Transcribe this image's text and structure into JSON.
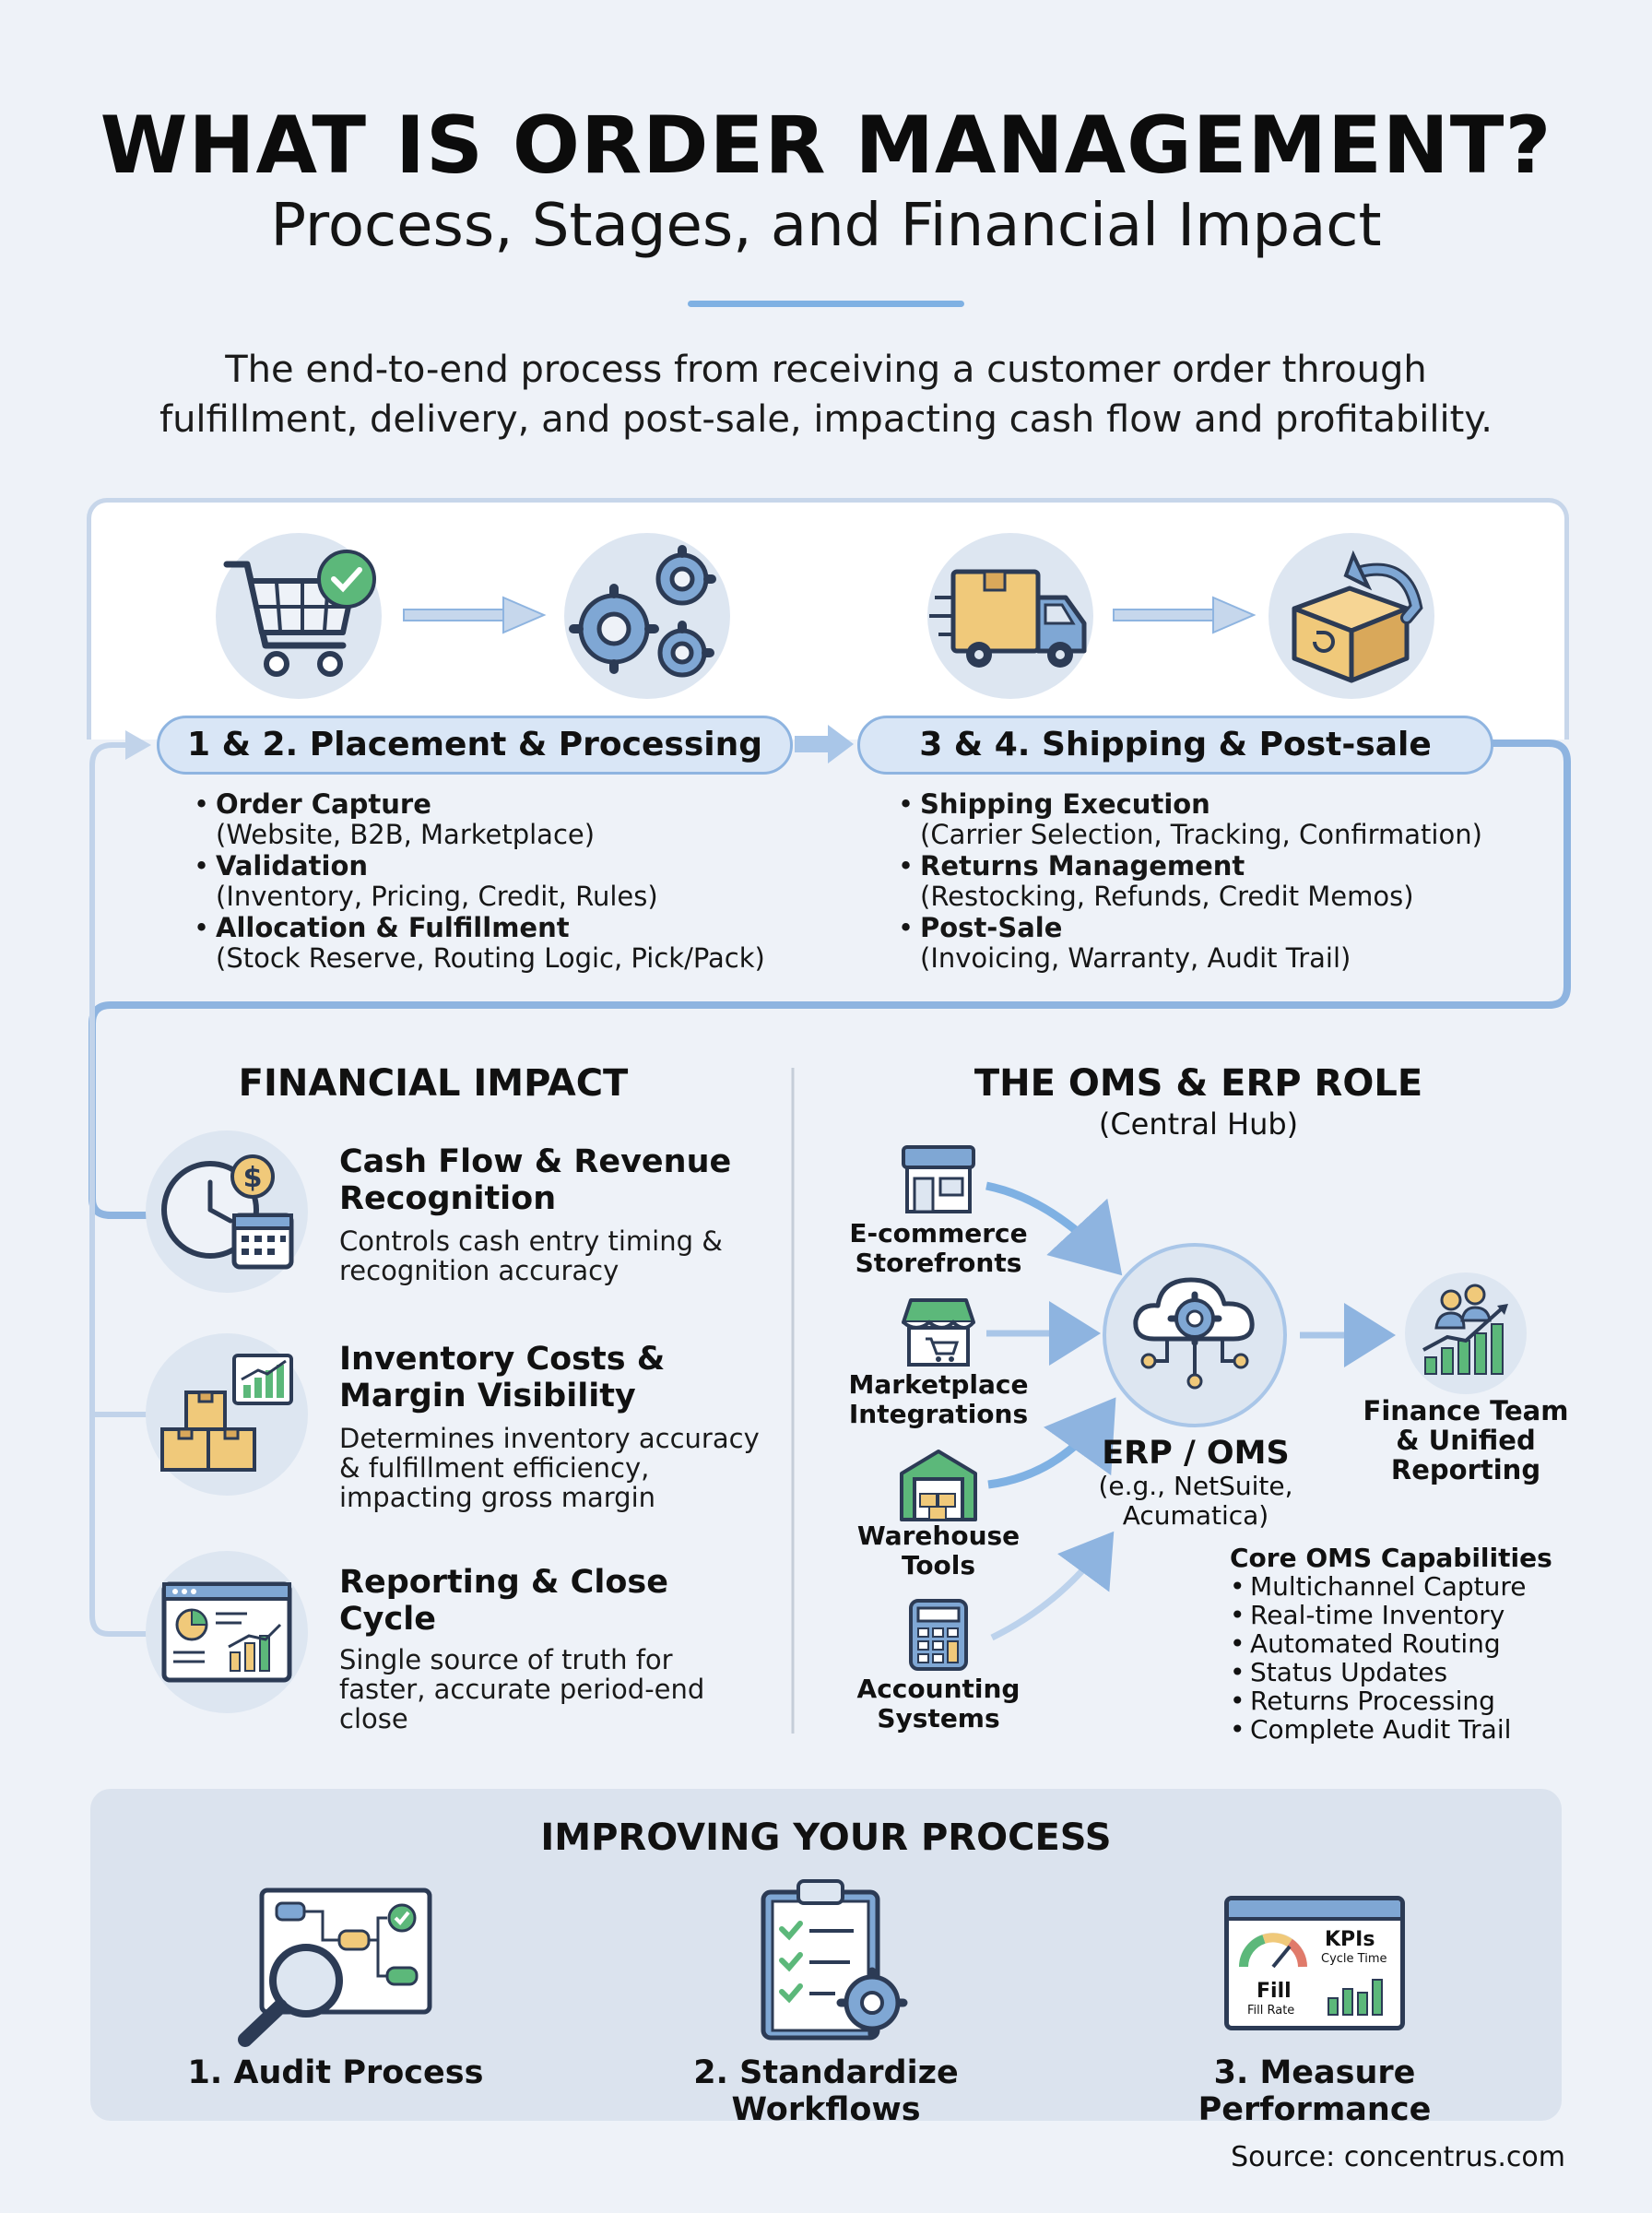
{
  "header": {
    "title": "WHAT IS ORDER MANAGEMENT?",
    "subtitle": "Process, Stages, and Financial Impact",
    "intro_line1": "The end-to-end process from receiving a customer order through",
    "intro_line2": "fulfillment, delivery, and post-sale, impacting cash flow and profitability."
  },
  "stages": [
    {
      "label": "1 & 2. Placement & Processing",
      "items": [
        {
          "title": "Order Capture",
          "detail": "(Website, B2B, Marketplace)"
        },
        {
          "title": "Validation",
          "detail": "(Inventory, Pricing, Credit, Rules)"
        },
        {
          "title": "Allocation & Fulfillment",
          "detail": "(Stock Reserve, Routing Logic, Pick/Pack)"
        }
      ]
    },
    {
      "label": "3 & 4. Shipping & Post-sale",
      "items": [
        {
          "title": "Shipping Execution",
          "detail": "(Carrier Selection, Tracking, Confirmation)"
        },
        {
          "title": "Returns Management",
          "detail": "(Restocking, Refunds, Credit Memos)"
        },
        {
          "title": "Post-Sale",
          "detail": "(Invoicing, Warranty, Audit Trail)"
        }
      ]
    }
  ],
  "financial": {
    "heading": "FINANCIAL IMPACT",
    "items": [
      {
        "title_1": "Cash Flow & Revenue",
        "title_2": "Recognition",
        "desc_1": "Controls cash entry timing &",
        "desc_2": "recognition accuracy",
        "desc_3": ""
      },
      {
        "title_1": "Inventory Costs &",
        "title_2": "Margin Visibility",
        "desc_1": "Determines inventory accuracy",
        "desc_2": "& fulfillment efficiency,",
        "desc_3": "impacting gross margin"
      },
      {
        "title_1": "Reporting & Close Cycle",
        "title_2": "",
        "desc_1": "Single source of truth for",
        "desc_2": "faster, accurate period-end",
        "desc_3": "close"
      }
    ]
  },
  "oms": {
    "heading": "THE OMS & ERP ROLE",
    "subheading": "(Central Hub)",
    "sources": [
      {
        "line1": "E-commerce",
        "line2": "Storefronts"
      },
      {
        "line1": "Marketplace",
        "line2": "Integrations"
      },
      {
        "line1": "Warehouse",
        "line2": "Tools"
      },
      {
        "line1": "Accounting",
        "line2": "Systems"
      }
    ],
    "hub_title": "ERP / OMS",
    "hub_sub1": "(e.g., NetSuite,",
    "hub_sub2": "Acumatica)",
    "output_line1": "Finance Team",
    "output_line2": "& Unified",
    "output_line3": "Reporting",
    "capabilities_title": "Core OMS Capabilities",
    "capabilities": [
      "Multichannel Capture",
      "Real-time Inventory",
      "Automated Routing",
      "Status Updates",
      "Returns Processing",
      "Complete Audit Trail"
    ]
  },
  "improve": {
    "heading": "IMPROVING YOUR PROCESS",
    "steps": [
      "1. Audit Process",
      "2. Standardize Workflows",
      "3. Measure Performance"
    ],
    "kpi_label": "KPIs",
    "cycle_label": "Cycle Time",
    "fill_label": "Fill",
    "fillrate_label": "Fill Rate"
  },
  "source": "Source: concentrus.com",
  "colors": {
    "background": "#eef2f8",
    "accent_blue": "#7fb1e3",
    "flow_line": "#8eb4e0",
    "icon_circle": "#dde6f1",
    "icon_navy": "#2c3b55",
    "box_tan": "#f0c97a",
    "check_green": "#5cb87a"
  }
}
